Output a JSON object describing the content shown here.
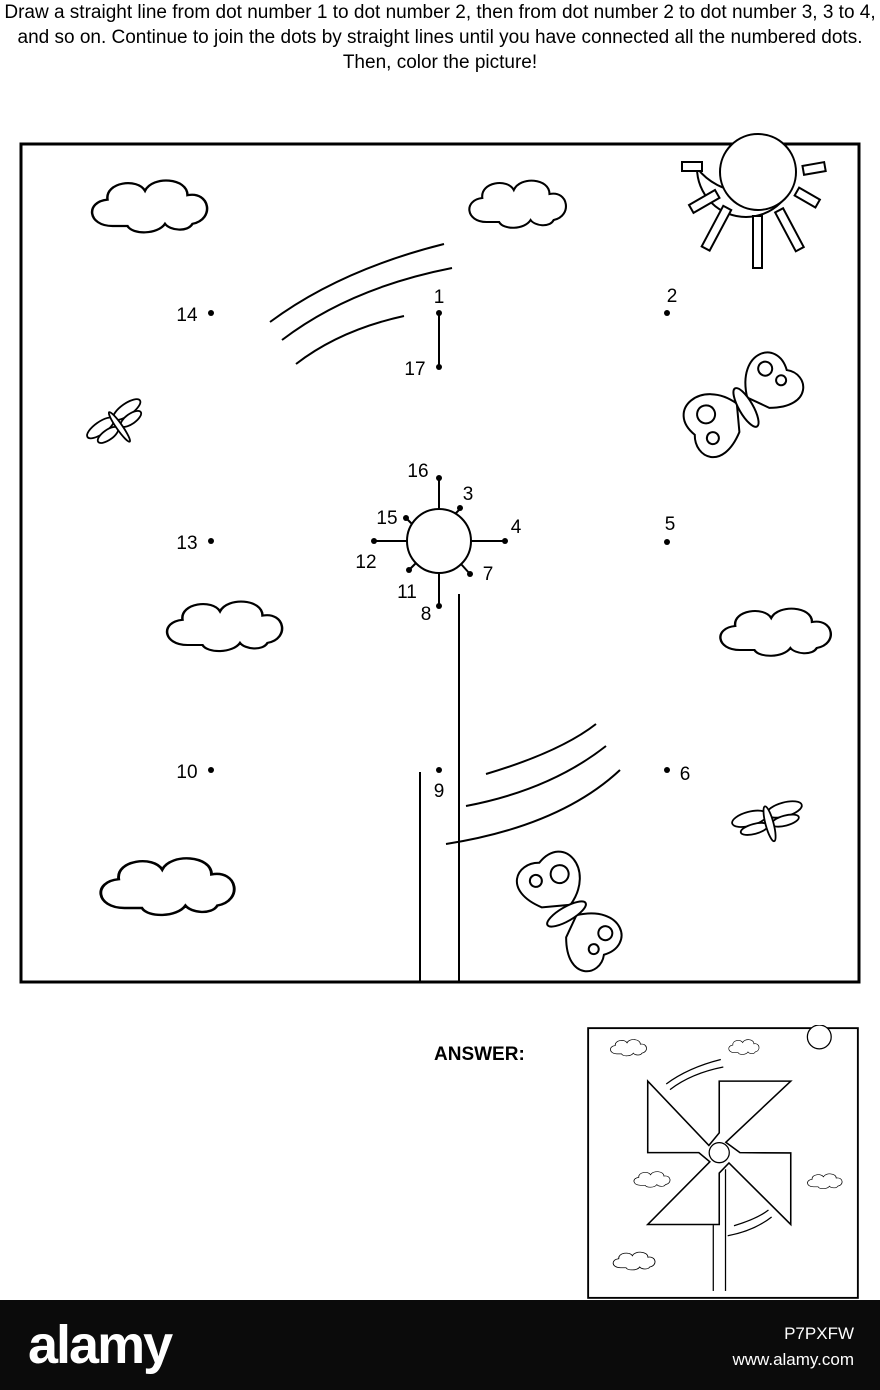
{
  "instructions": "Draw a straight line from dot number 1 to dot number 2, then from dot number 2 to dot number 3, 3 to 4, and so on. Continue to join the dots by straight lines until you have connected all the numbered dots. Then, color the picture!",
  "dots": [
    {
      "number": "1"
    },
    {
      "number": "2"
    },
    {
      "number": "3"
    },
    {
      "number": "4"
    },
    {
      "number": "5"
    },
    {
      "number": "6"
    },
    {
      "number": "7"
    },
    {
      "number": "8"
    },
    {
      "number": "9"
    },
    {
      "number": "10"
    },
    {
      "number": "11"
    },
    {
      "number": "12"
    },
    {
      "number": "13"
    },
    {
      "number": "14"
    },
    {
      "number": "15"
    },
    {
      "number": "16"
    },
    {
      "number": "17"
    }
  ],
  "answer_label": "ANSWER:",
  "footer": {
    "logo": "alamy",
    "image_code": "P7PXFW",
    "url": "www.alamy.com"
  },
  "colors": {
    "line": "#000000",
    "background": "#ffffff",
    "footer_bg": "#0b0b0b",
    "footer_text": "#ffffff"
  }
}
